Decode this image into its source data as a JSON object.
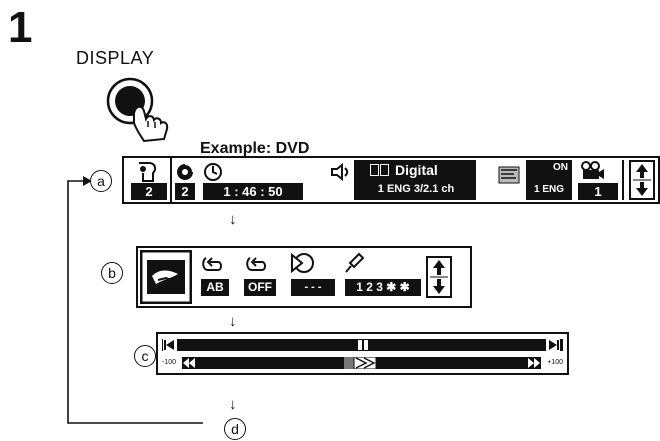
{
  "step_number": "1",
  "display_label": "DISPLAY",
  "example_label": "Example: DVD",
  "markers": {
    "a": "a",
    "b": "b",
    "c": "c",
    "d": "d"
  },
  "bar_a": {
    "title_num": "2",
    "chapter_num": "2",
    "time": "1 : 46 : 50",
    "audio_format": "Digital",
    "audio_detail": "1 ENG 3/2.1 ch",
    "subtitle_state": "ON",
    "subtitle_lang": "1 ENG",
    "angle_num": "1"
  },
  "bar_b": {
    "repeat_ab": "AB",
    "repeat_off": "OFF",
    "program_value": "- - -",
    "marker_value": "1 2 3 ✱ ✱"
  },
  "bar_c": {
    "speed_min": "-100",
    "speed_max": "+100"
  },
  "icons": [
    "hand-pressing-button",
    "disc-icon",
    "clock-icon",
    "audio-icon",
    "subtitle-icon",
    "angle-icon",
    "updown-arrows-icon",
    "repeat-icon",
    "program-icon",
    "marker-icon",
    "slider-icon"
  ]
}
